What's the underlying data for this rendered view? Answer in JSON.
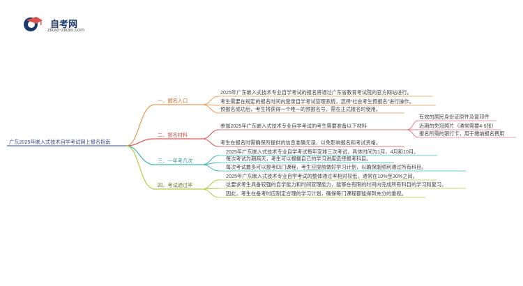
{
  "logo": {
    "title": "自考网",
    "url": "zikao-zikao.com"
  },
  "colors": {
    "root": "#3a4a8c",
    "branch1": "#e39a5a",
    "branch2": "#d9534f",
    "branch3": "#3fb6b8",
    "branch4": "#b8c94a",
    "sub_materials": "#e47f8c",
    "logo_blue": "#1e3a6d",
    "logo_red": "#d9534f"
  },
  "mindmap": {
    "root": "广东2025年嵌入式技术自学考试网上报名指南",
    "branches": [
      {
        "label": "一、报名入口",
        "leaves": [
          "2025年广东嵌入式技术专业自学考试的报名将通过广东省教育考试院的官方网站进行。",
          "考生需要在规定的报名时间内登录自学考试管理系统，选择“社会考生预报名”进行操作。",
          "预报名成功后，考生将获得一个唯一的预报名号，需在正式报名时使用。"
        ]
      },
      {
        "label": "二、报名材料",
        "leaves": [
          "参加2025年广东嵌入式技术专业自学考试的考生需要准备以下材料",
          "考生在报名时需确保所提供的信息准确无误，以免影响报名和考试资格。"
        ],
        "materials": [
          "有效的居民身份证原件及复印件",
          "近期的免冠照片（通常需要4-5张）",
          "报名所需的银行卡，用于缴纳报名费用"
        ]
      },
      {
        "label": "三、一年考几次",
        "leaves": [
          "2025年广东嵌入式技术专业自学考试每年安排三次考试，具体时间为1月、4月和10月。",
          "每次考试为期两天，考生可以根据自己的学习进度选择报考科目。",
          "每次考试最多可以报考四门课程，考生应提前做好学习计划，以确保能顺利通过所有科目。"
        ]
      },
      {
        "label": "四、考试通过率",
        "leaves": [
          "2025年广东嵌入式技术专业自学考试的整体通过率相对较低，通常在10%至30%之间。",
          "这要求考生具备较强的自学能力和时间管理能力，能够在有限的时间内完成所有科目的学习和复习。",
          "因此，考生在备考时应制定合理的学习计划，确保每门课程都能得到充分的重视。"
        ]
      }
    ]
  }
}
